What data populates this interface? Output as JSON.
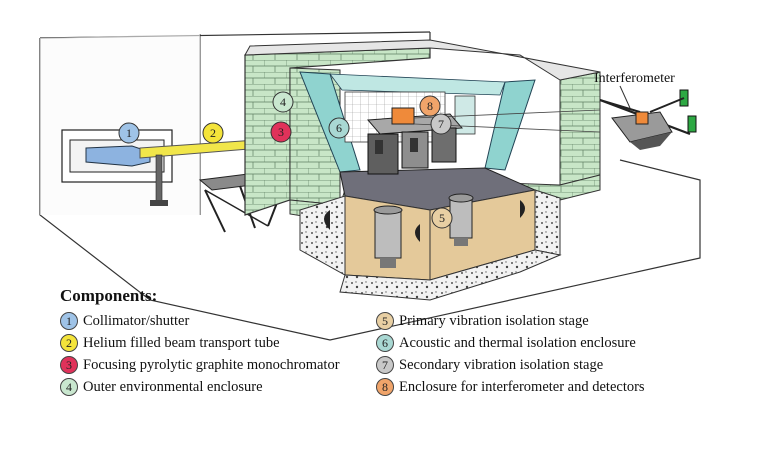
{
  "callout_label": "Interferometer",
  "legend": {
    "title": "Components:",
    "items": [
      {
        "number": "1",
        "label": "Collimator/shutter",
        "color": "#9fc3e7"
      },
      {
        "number": "2",
        "label": "Helium filled beam transport tube",
        "color": "#f4e43a"
      },
      {
        "number": "3",
        "label": "Focusing pyrolytic graphite monochromator",
        "color": "#e0325a"
      },
      {
        "number": "4",
        "label": "Outer environmental enclosure",
        "color": "#c9e7cf"
      },
      {
        "number": "5",
        "label": "Primary vibration isolation stage",
        "color": "#e8cfa3"
      },
      {
        "number": "6",
        "label": "Acoustic and thermal isolation enclosure",
        "color": "#a9d8d3"
      },
      {
        "number": "7",
        "label": "Secondary vibration isolation stage",
        "color": "#c8c8c8"
      },
      {
        "number": "8",
        "label": "Enclosure for interferometer and detectors",
        "color": "#f0a46a"
      }
    ]
  },
  "colors": {
    "enclosure_brick": "#c8e6c7",
    "acoustic_panel": "#8fd3cf",
    "foundation": "#e4c99a",
    "floor": "#6f6f7a",
    "beam_tube": "#f1e64a",
    "box_orange": "#ef8a3a"
  }
}
